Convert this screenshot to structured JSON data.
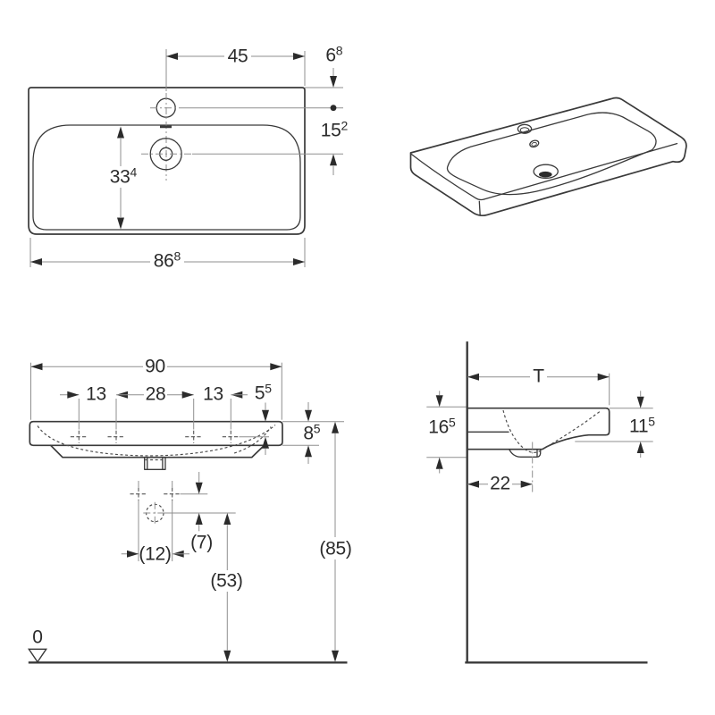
{
  "plan": {
    "d45": "45",
    "d68": {
      "base": "6",
      "sup": "8"
    },
    "d152": {
      "base": "15",
      "sup": "2"
    },
    "d334": {
      "base": "33",
      "sup": "4"
    },
    "d868": {
      "base": "86",
      "sup": "8"
    }
  },
  "front": {
    "d90": "90",
    "d13_left": "13",
    "d28": "28",
    "d13_right": "13",
    "d55": {
      "base": "5",
      "sup": "5"
    },
    "d85_rim": {
      "base": "8",
      "sup": "5"
    },
    "d12": "(12)",
    "d7": "(7)",
    "d53": "(53)",
    "d85_floor": "(85)",
    "datum_zero": "0"
  },
  "side": {
    "dT": "T",
    "d165": {
      "base": "16",
      "sup": "5"
    },
    "d115": {
      "base": "11",
      "sup": "5"
    },
    "d22": "22"
  },
  "colors": {
    "object_line": "#3a3a3a",
    "dimension_line": "#8f8f8f",
    "text": "#2b2b2b",
    "background": "#ffffff"
  }
}
